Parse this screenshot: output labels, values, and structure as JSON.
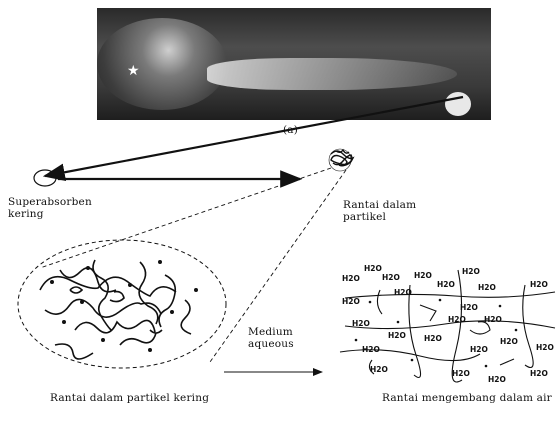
{
  "photo_caption": "(a)",
  "labels": {
    "dry_superabsorbent": "Superabsorben kering",
    "chains_in_particle": "Rantai dalam partikel",
    "medium": "Medium aqueous",
    "dry_chains": "Rantai dalam partikel kering",
    "swollen_chains": "Rantai mengembang dalam air"
  },
  "water_label": "H2O"
}
